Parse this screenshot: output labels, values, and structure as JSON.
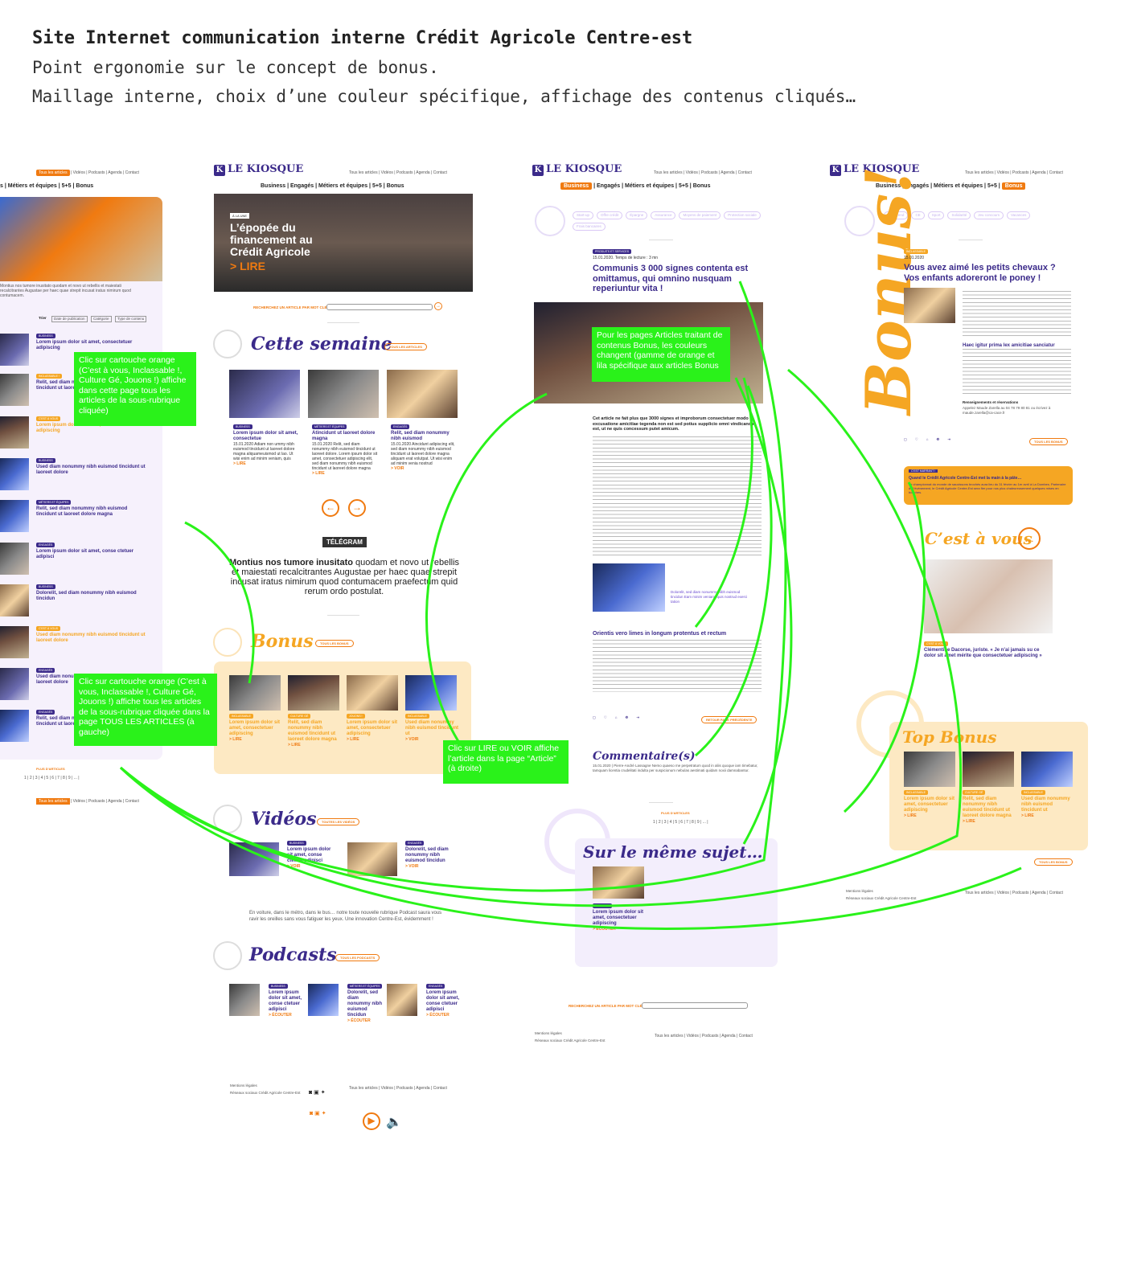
{
  "header": {
    "title": "Site Internet communication interne Crédit Agricole Centre-est",
    "line2": "Point ergonomie sur le concept de bonus.",
    "line3": "Maillage interne, choix d’une couleur spécifique, affichage des contenus cliqués…"
  },
  "colors": {
    "accent": "#3b2a8a",
    "orange": "#f07a10",
    "bonus": "#f5a623",
    "annotation": "#2af21a"
  },
  "logo": "LE KIOSQUE",
  "toplinks": "Tous les articles  |  Vidéos  |  Podcasts  |  Agenda  |  Contact",
  "nav": {
    "business": "Business",
    "engages": "Engagés",
    "metiers": "Métiers et équipes",
    "cinq": "5+5",
    "bonus": "Bonus"
  },
  "page1": {
    "nav": "s | Métiers et équipes | 5+5 | Bonus",
    "intro": "Montius nos tumore inusitato quodam et novo ut rebellis et maiestati recalcitrantes Augustae per haec quae strepit incusat iratus nimirum quod contumacem.",
    "trier": "Trier",
    "filters": [
      "Date de publication",
      "Catégorie",
      "Type de contenu"
    ],
    "cards": [
      {
        "tag": "BUSINESS",
        "title": "Lorem ipsum dolor sit amet, consectetuer adipiscing"
      },
      {
        "tag": "INCLASSABLE !",
        "title": "Relit, sed diam nonummy nibh euismod tincidunt ut laoreet dolore"
      },
      {
        "tag": "C'EST À VOUS",
        "title": "Lorem ipsum dolor sit amet, consectetuer adipiscing"
      },
      {
        "tag": "BUSINESS",
        "title": "Used diam nonummy nibh euismod tincidunt ut laoreet dolore"
      },
      {
        "tag": "MÉTIERS ET ÉQUIPES",
        "title": "Relit, sed diam nonummy nibh euismod tincidunt ut laoreet dolore magna"
      },
      {
        "tag": "ENGAGÉS",
        "title": "Lorem ipsum dolor sit amet, conse ctetuer adipisci"
      },
      {
        "tag": "BUSINESS",
        "title": "Dolorelit, sed diam nonummy nibh euismod tincidun"
      },
      {
        "tag": "C'EST À VOUS",
        "title": "Used diam nonummy nibh euismod tincidunt ut laoreet dolore"
      },
      {
        "tag": "ENGAGÉS",
        "title": "Used diam nonummy nibh euismod tincidunt ut laoreet dolore"
      },
      {
        "tag": "ENGAGÉS",
        "title": "Relit, sed diam nonummy nibh euismod tincidunt ut laoreet dolore"
      }
    ],
    "plus": "PLUS D'ARTICLES",
    "pagination": "1 | 2 | 3 | 4 | 5 | 6 | 7 | 8 | 9 | ... |"
  },
  "page2": {
    "hero_tag": "À LA UNE",
    "hero_title": "L’épopée du financement au Crédit Agricole",
    "hero_link": "> LIRE",
    "search_label": "RECHERCHEZ UN ARTICLE PAR MOT CLÉ",
    "semaine": "Cette semaine",
    "tous_articles": "TOUS LES ARTICLES",
    "cards": [
      {
        "tag": "BUSINESS",
        "title": "Lorem ipsum dolor sit amet, consectetue",
        "body": "15.01.2020 Adiam non ummy nibh euismod tincidunt ut laoreet dolore magna aliquameuismod ut lao. Ut wisi enim ad minim veniam, quis",
        "link": "> LIRE"
      },
      {
        "tag": "MÉTIERS ET ÉQUIPES",
        "title": "Atincidunt ut laoreet dolore magna",
        "body": "15.01.2020 Relit, sed diam nonummy nibh euismod tincidunt ut laoreet dolore. Lorem ipsum dolor sit amet, consectetuer adipiscing elit, sed diam nonummy nibh euismod tincidunt ut laoreet dolore magna",
        "link": "> LIRE"
      },
      {
        "tag": "ENGAGÉS",
        "title": "Relit, sed diam nonummy nibh euismod",
        "body": "15.01.2020 Aincidunt adipiscing elit, sed diam nonummy nibh euismod tincidunt ut laoreet dolore magna aliquam erat volutpat. Ut wisi enim ad minim venia nostrud",
        "link": "> VOIR"
      }
    ],
    "telegram": "TÉLÉGRAM",
    "telegram_bold": "Montius nos tumore inusitato",
    "telegram_text": " quodam et novo ut rebellis et maiestati recalcitrantes Augustae per haec quae strepit incusat iratus nimirum quod contumacem praefectum quid rerum ordo postulat.",
    "bonus": "Bonus",
    "tous_bonus": "TOUS LES BONUS",
    "bonus_cards": [
      {
        "tag": "INCLASSABLE",
        "title": "Lorem ipsum dolor sit amet, consectetuer adipiscing",
        "link": "> LIRE"
      },
      {
        "tag": "CULTURE GÉ",
        "title": "Relit, sed diam nonummy nibh euismod tincidunt ut laoreet dolore magna",
        "link": "> LIRE"
      },
      {
        "tag": "JOUONS !",
        "title": "Lorem ipsum dolor sit amet, consectetuer adipiscing",
        "link": "> LIRE"
      },
      {
        "tag": "INCLASSABLE",
        "title": "Used diam nonummy nibh euismod tincidunt ut",
        "link": "> VOIR"
      }
    ],
    "videos": "Vidéos",
    "tous_videos": "TOUTES LES VIDÉOS",
    "video_cards": [
      {
        "tag": "BUSINESS",
        "title": "Lorem ipsum dolor sit amet, conse ctetuer adipisci",
        "link": "> VOIR"
      },
      {
        "tag": "ENGAGÉS",
        "title": "Dolorelit, sed diam nonummy nibh euismod tincidun",
        "link": "> VOIR"
      }
    ],
    "podcast_intro": "En voiture, dans le métro, dans le bus… notre toute nouvelle rubrique Podcast saura vous ravir les oreilles sans vous fatiguer les yeux. Une innovation Centre-Est, évidemment !",
    "podcasts": "Podcasts",
    "tous_podcasts": "TOUS LES PODCASTS",
    "podcast_cards": [
      {
        "tag": "BUSINESS",
        "title": "Lorem ipsum dolor sit amet, conse ctetuer adipisci",
        "link": "> ÉCOUTER"
      },
      {
        "tag": "MÉTIERS ET ÉQUIPES",
        "title": "Dolorelit, sed diam nonummy nibh euismod tincidun",
        "link": "> ÉCOUTER"
      },
      {
        "tag": "ENGAGÉS",
        "title": "Lorem ipsum dolor sit amet, conse ctetuer adipisci",
        "link": "> ÉCOUTER"
      }
    ],
    "mentions": "Mentions légales",
    "reseaux": "Réseaux sociaux Crédit Agricole Centre-Est"
  },
  "page3": {
    "subtags": [
      "Start-up",
      "Offre crédit",
      "Épargne",
      "Assurance",
      "Moyens de paiement",
      "Protection sociale",
      "Frais bancaires"
    ],
    "tag": "PRODUITS ET SERVICES",
    "meta": "15.01.2020. Temps de lecture : 3 mn",
    "title": "Communis 3 000 signes contenta est omittamus, qui omnino nusquam reperiuntur vita !",
    "lead": "Cet article ne fait plus que 3000 signes et improborum consectetuer modo excusatione amicitiae tegenda non est sed potius supplicio omni vindicanda est, ut ne quis concessum putet amicum.",
    "subhead": "Orientis vero limes in longum protentus et rectum",
    "retour": "RETOUR PAGE PRÉCÉDENTE",
    "commentaires": "Commentaire(s)",
    "comment": "15.01.2020 | Pierre-André Lassagne Nemo quaeso me perpetratum quod in aliis quoque iam timebatur, tamquam licentia crudelitati indulta per suspicionum nebulas aestimati quidam noxii damnabantur.",
    "plus": "PLUS D'ARTICLES",
    "meme_sujet": "Sur le même sujet…",
    "meme_card": {
      "tag": "BUSINESS",
      "title": "Lorem ipsum dolor sit amet, consectetuer adipiscing",
      "link": "> ÉCOUTER"
    },
    "inline_caption": "Dolorelit, sed diam nonummy nibh euismod tincidun Eam minim veniam, quis nostrud exerci tation"
  },
  "page4": {
    "subtags": [
      "Week-end",
      "CE",
      "Sport",
      "Solidarité",
      "Jeu concours",
      "Vacances"
    ],
    "bonus_big": "Bonus!",
    "tag": "INCLASSABLE",
    "date": "15.01.2020",
    "title": "Vous avez aimé les petits chevaux ? Vos enfants adoreront le poney !",
    "subhead": "Haec igitur prima lex amicitiae sanciatur",
    "renseignements": "Renseignements et réservations",
    "contact": "Appelez Maude Zarella au 04 78 79 80 81 ou écrivez à maude.zarella@ca-cace.fr",
    "tous_bonus": "TOUS LES BONUS",
    "alert_tag": "C'EST MARRANT !",
    "alert_title": "Quand le Crédit Agricole Centre-Est met la main à la pâte…",
    "alert_text": "Le championnat du monde de saucissons brochés aura lieu du 31 février au 1er avril à La Dombes. Partenaire de l'événement, le Crédit Agricole Centre-Est sera fier pour nos plus chaleureusement quelques mises en bouches.",
    "cest_a_vous": "C’est à vous",
    "person_tag": "C'EST À VOUS",
    "person_title": "Clémentine Dacorse, juriste. « Je n’ai jamais su ce dolor sit amet mérite que consectetuer adipiscing »",
    "top_bonus": "Top Bonus",
    "top_cards": [
      {
        "tag": "INCLASSABLE",
        "title": "Lorem ipsum dolor sit amet, consectetuer adipiscing",
        "link": "> LIRE"
      },
      {
        "tag": "CULTURE GÉ",
        "title": "Relit, sed diam nonummy nibh euismod tincidunt ut laoreet dolore magna",
        "link": "> LIRE"
      },
      {
        "tag": "INCLASSABLE",
        "title": "Used diam nonummy nibh euismod tincidunt ut",
        "link": "> LIRE"
      }
    ],
    "mentions": "Mentions légales",
    "reseaux": "Réseaux sociaux Crédit Agricole Centre-Est"
  },
  "annotations": {
    "a1": "Clic sur cartouche orange (C’est à vous, Inclassable !, Culture Gé, Jouons !) affiche dans cette page tous les articles de la sous-rubrique cliquée)",
    "a2": "Clic sur cartouche orange (C’est à vous, Inclassable !, Culture Gé, Jouons !) affiche tous les articles de la sous-rubrique cliquée dans la page TOUS LES ARTICLES (à gauche)",
    "a3": "Clic sur LIRE ou VOIR affiche l’article dans la page “Article” (à droite)",
    "a4": "Pour les pages Articles traitant de contenus Bonus, les couleurs changent (gamme de orange et lila spécifique aux articles Bonus"
  }
}
